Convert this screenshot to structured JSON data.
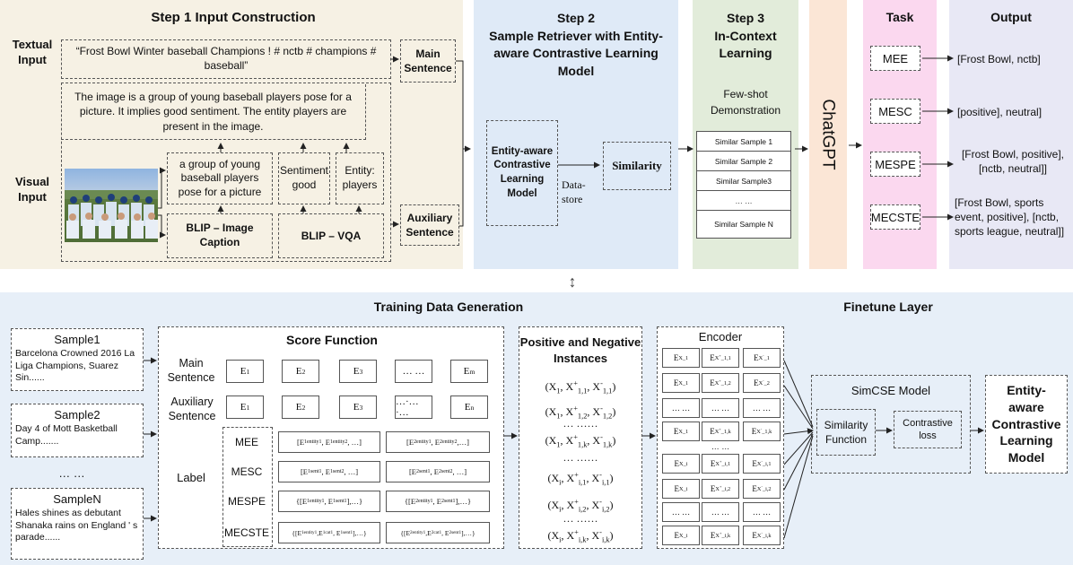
{
  "top": {
    "step1": {
      "title": "Step 1  Input Construction",
      "textual_label": "Textual\nInput",
      "visual_label": "Visual\nInput",
      "textual_input": "“Frost Bowl Winter baseball Champions ! # nctb # champions # baseball”",
      "description": "The image is a group of young baseball players pose for a picture. It implies good sentiment. The entity players are present in the image.",
      "caption_text": "a group of young baseball players pose for a picture",
      "sentiment_text": "Sentiment good",
      "entity_text": "Entity: players",
      "blip_caption": "BLIP – Image Caption",
      "blip_vqa": "BLIP – VQA",
      "main_sentence": "Main Sentence",
      "auxiliary_sentence": "Auxiliary Sentence"
    },
    "step2": {
      "title": "Step 2\nSample Retriever with Entity-aware Contrastive Learning Model",
      "model": "Entity-aware Contrastive Learning Model",
      "similarity": "Similarity",
      "datastore": "Data-\nstore"
    },
    "step3": {
      "title": "Step 3\nIn-Context Learning",
      "subtitle": "Few-shot Demonstration",
      "samples": [
        "Similar Sample 1",
        "Similar Sample 2",
        "Similar Sample3",
        "… …",
        "Similar Sample N"
      ]
    },
    "chatgpt": "ChatGPT",
    "task": {
      "title": "Task",
      "items": [
        "MEE",
        "MESC",
        "MESPE",
        "MECSTE"
      ]
    },
    "output": {
      "title": "Output",
      "items": [
        "[Frost Bowl, nctb]",
        "[positive], neutral]",
        "[Frost Bowl, positive], [nctb, neutral]]",
        "[Frost Bowl, sports event, positive], [nctb, sports league, neutral]]"
      ]
    },
    "connector": "↕"
  },
  "bottom": {
    "training_title": "Training Data Generation",
    "finetune_title": "Finetune Layer",
    "samples": [
      {
        "title": "Sample1",
        "text": "Barcelona Crowned 2016 La Liga Champions, Suarez Sin......"
      },
      {
        "title": "Sample2",
        "text": "Day 4 of Mott Basketball Camp......."
      },
      {
        "title": "SampleN",
        "text": "Hales shines as debutant Shanaka rains on England ' s parade......"
      }
    ],
    "samples_ellipsis": "… …",
    "score": {
      "title": "Score Function",
      "main_label": "Main\nSentence",
      "aux_label": "Auxiliary\nSentence",
      "label_label": "Label",
      "main_row": [
        "E1",
        "E2",
        "E3",
        "… …",
        "Em"
      ],
      "aux_row": [
        "E1",
        "E2",
        "E3",
        "…·…·…",
        "En"
      ],
      "tasks": [
        "MEE",
        "MESC",
        "MESPE",
        "MECSTE"
      ],
      "label_a": [
        "[E¹entity1, E¹entity2, …]",
        "[E¹sent1, E¹sent2, …]",
        "{[E¹entity1, E¹sent1],…}",
        "{[E¹entity1,E¹cat1, E¹sent1],…}"
      ],
      "label_b": [
        "[E²entity1, E²entity2 ,…]",
        "[E²sent1, E²sent2, …]",
        "{[E²entity1, E²sent1],…}",
        "{[E²entity1,E²cat1, E²sent1],…}"
      ]
    },
    "pn": {
      "title": "Positive and Negative Instances",
      "items": [
        "(X1, X+1,1, X-1,1)",
        "(X1, X+1,2, X-1,2)",
        "… ……",
        "(X1, X+1,k, X-1,k)",
        "… ……",
        "(Xi, X+i,1, X-i,1)",
        "(Xi, X+i,2, X-i,2)",
        "… ……",
        "(Xi, X+i,k, X-i,k)"
      ]
    },
    "encoder": {
      "title": "Encoder",
      "rows": [
        [
          "EX_1",
          "EX+_1,1",
          "EX-_1"
        ],
        [
          "EX_1",
          "EX+_1,2",
          "EX-_2"
        ],
        [
          "… …",
          "… …",
          "… …"
        ],
        [
          "EX_1",
          "EX+_1,k",
          "EX-_1,k"
        ],
        [
          "EX_i",
          "EX+_i,1",
          "EX-_i,1"
        ],
        [
          "EX_i",
          "EX+_i,2",
          "EX-_i,2"
        ],
        [
          "… …",
          "… …",
          "… …"
        ],
        [
          "EX_i",
          "EX+_i,k",
          "EX-_i,k"
        ]
      ],
      "mid_ellipsis": "… …"
    },
    "simcse": {
      "title": "SimCSE  Model",
      "similarity": "Similarity Function",
      "loss": "Contrastive loss"
    },
    "final_model": "Entity-aware Contrastive Learning Model"
  },
  "colors": {
    "step1_bg": "#f6f1e4",
    "step2_bg": "#dfeaf7",
    "step3_bg": "#e2ecda",
    "chatgpt_bg": "#fbe6d6",
    "task_bg": "#fbd8ef",
    "output_bg": "#e8e8f5",
    "bottom_bg": "#e7eff8"
  }
}
